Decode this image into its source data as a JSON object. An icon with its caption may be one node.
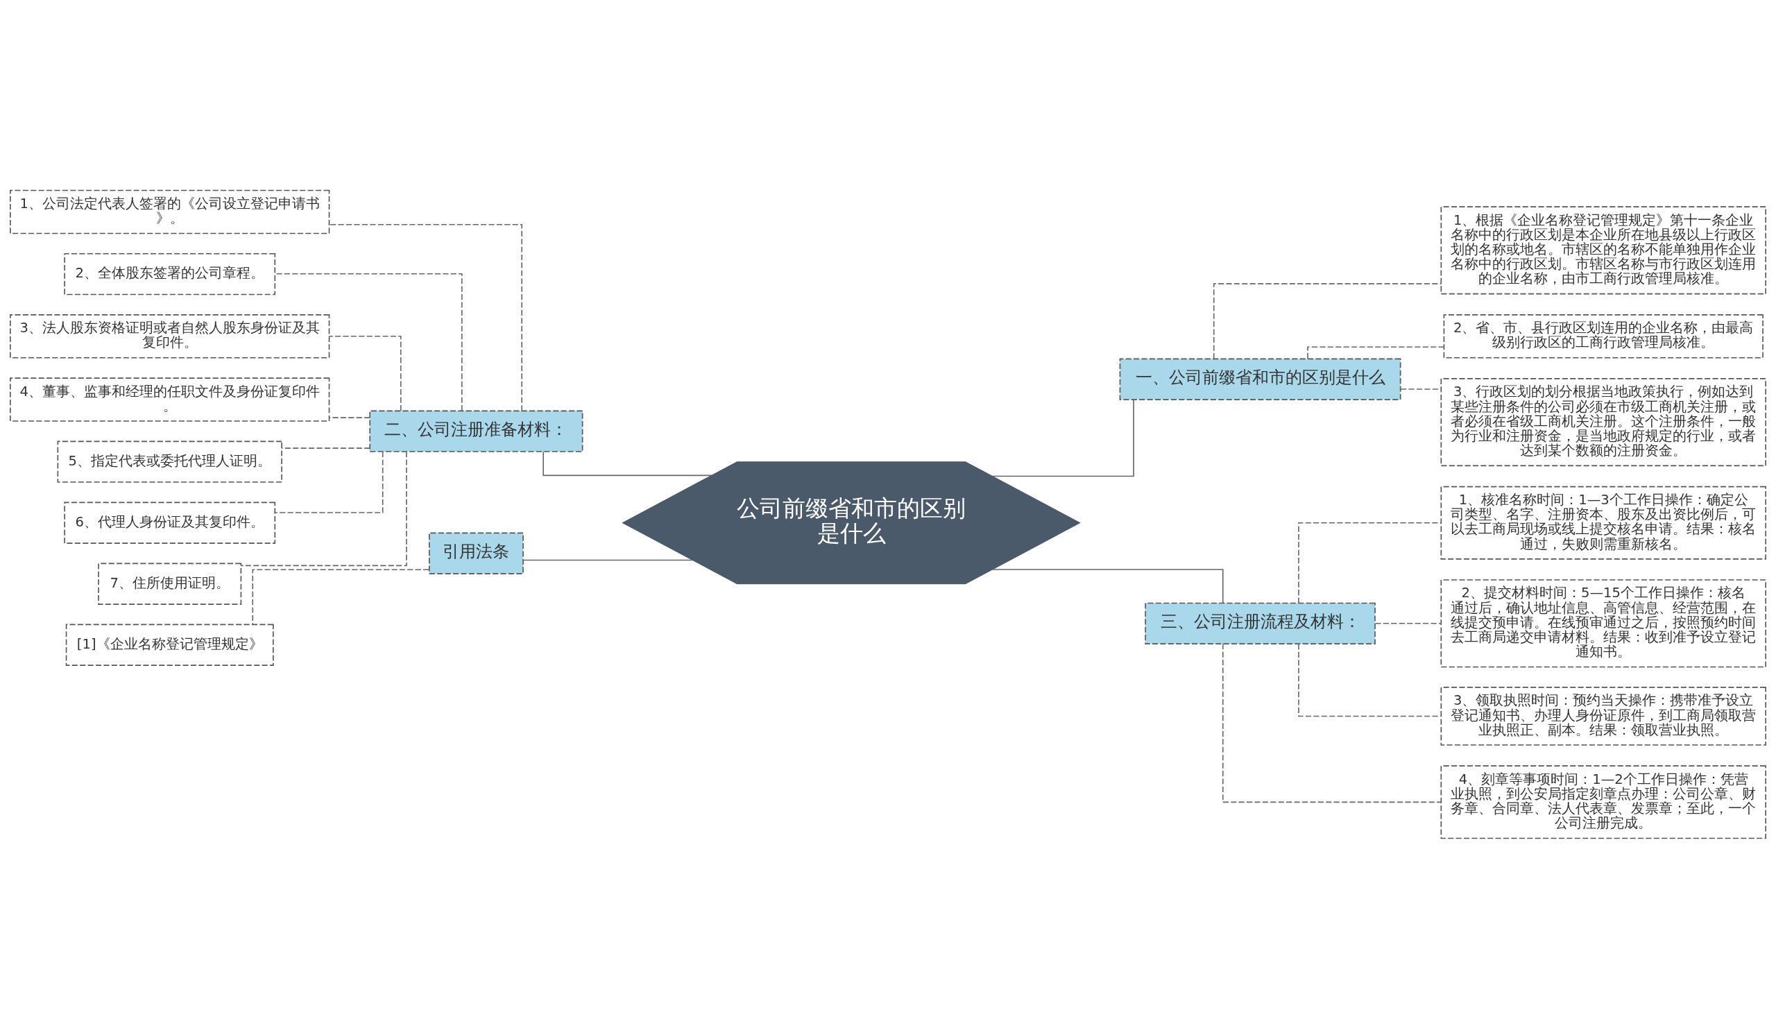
{
  "diagram": {
    "nodes": [
      {
        "text": [
          "公司前缀省和市的区别是什么"
        ]
      },
      {
        "text": [
          "一、公司前缀省和市的区别是什么"
        ]
      },
      {
        "text": [
          "1、根据《企业名称登记管理规定》第十一条企业名称中的行政区划是本企业所在地县级以上行政区划的名称或地名。市辖区的名称不能单独用作企业名称中的行政区划。市辖区名称与市行政区划连用的企业名称，由市工商行政管理局核准。"
        ]
      },
      {
        "text": [
          "2、省、市、县行政区划连用的企业名称，由最高级别行政区的工商行政管理局核准。"
        ]
      },
      {
        "text": [
          "3、行政区划的划分根据当地政策执行，例如达到某些注册条件的公司必须在市级工商机关注册，或者必须在省级工商机关注册。这个注册条件，一般为行业和注册资金，是当地政府规定的行业，或者达到某个数额的注册资金。"
        ]
      },
      {
        "text": [
          "二、公司注册准备材料："
        ]
      },
      {
        "text": [
          "1、公司法定代表人签署的《公司设立登记申请书》。"
        ]
      },
      {
        "text": [
          "2、全体股东签署的公司章程。"
        ]
      },
      {
        "text": [
          "3、法人股东资格证明或者自然人股东身份证及其复印件。"
        ]
      },
      {
        "text": [
          "4、董事、监事和经理的任职文件及身份证复印件。"
        ]
      },
      {
        "text": [
          "5、指定代表或委托代理人证明。"
        ]
      },
      {
        "text": [
          "6、代理人身份证及其复印件。"
        ]
      },
      {
        "text": [
          "7、住所使用证明。"
        ]
      },
      {
        "text": [
          "三、公司注册流程及材料："
        ]
      },
      {
        "text": [
          "1、核准名称时间：1—3个工作日操作：确定公司类型、名字、注册资本、股东及出资比例后，可以去工商局现场或线上提交核名申请。结果：核名通过，失败则需重新核名。"
        ]
      },
      {
        "text": [
          "2、提交材料时间：5—15个工作日操作：核名通过后，确认地址信息、高管信息、经营范围，在线提交预申请。在线预审通过之后，按照预约时间去工商局递交申请材料。结果：收到准予设立登记通知书。"
        ]
      },
      {
        "text": [
          "3、领取执照时间：预约当天操作：携带准予设立登记通知书、办理人身份证原件，到工商局领取营业执照正、副本。结果：领取营业执照。"
        ]
      },
      {
        "text": [
          "4、刻章等事项时间：1—2个工作日操作：凭营业执照，到公安局指定刻章点办理：公司公章、财务章、合同章、法人代表章、发票章；至此，一个公司注册完成。"
        ]
      },
      {
        "text": [
          "引用法条"
        ]
      },
      {
        "text": [
          "[1]《企业名称登记管理规定》"
        ]
      }
    ],
    "edges": [
      {
        "from": 0,
        "to": 1,
        "arrow": "none"
      },
      {
        "from": 1,
        "to": 2,
        "arrow": "none",
        "style": "dashed"
      },
      {
        "from": 1,
        "to": 3,
        "arrow": "none",
        "style": "dashed"
      },
      {
        "from": 1,
        "to": 4,
        "arrow": "none",
        "style": "dashed"
      },
      {
        "from": 0,
        "to": 5,
        "arrow": "none"
      },
      {
        "from": 5,
        "to": 6,
        "arrow": "none",
        "style": "dashed"
      },
      {
        "from": 5,
        "to": 7,
        "arrow": "none",
        "style": "dashed"
      },
      {
        "from": 5,
        "to": 8,
        "arrow": "none",
        "style": "dashed"
      },
      {
        "from": 5,
        "to": 9,
        "arrow": "none",
        "style": "dashed"
      },
      {
        "from": 5,
        "to": 10,
        "arrow": "none",
        "style": "dashed"
      },
      {
        "from": 5,
        "to": 11,
        "arrow": "none",
        "style": "dashed"
      },
      {
        "from": 5,
        "to": 12,
        "arrow": "none",
        "style": "dashed"
      },
      {
        "from": 0,
        "to": 13,
        "arrow": "none"
      },
      {
        "from": 13,
        "to": 14,
        "arrow": "none",
        "style": "dashed"
      },
      {
        "from": 13,
        "to": 15,
        "arrow": "none",
        "style": "dashed"
      },
      {
        "from": 13,
        "to": 16,
        "arrow": "none",
        "style": "dashed"
      },
      {
        "from": 13,
        "to": 17,
        "arrow": "none",
        "style": "dashed"
      },
      {
        "from": 0,
        "to": 18,
        "arrow": "none"
      },
      {
        "from": 18,
        "to": 19,
        "arrow": "none",
        "style": "dashed"
      }
    ]
  }
}
